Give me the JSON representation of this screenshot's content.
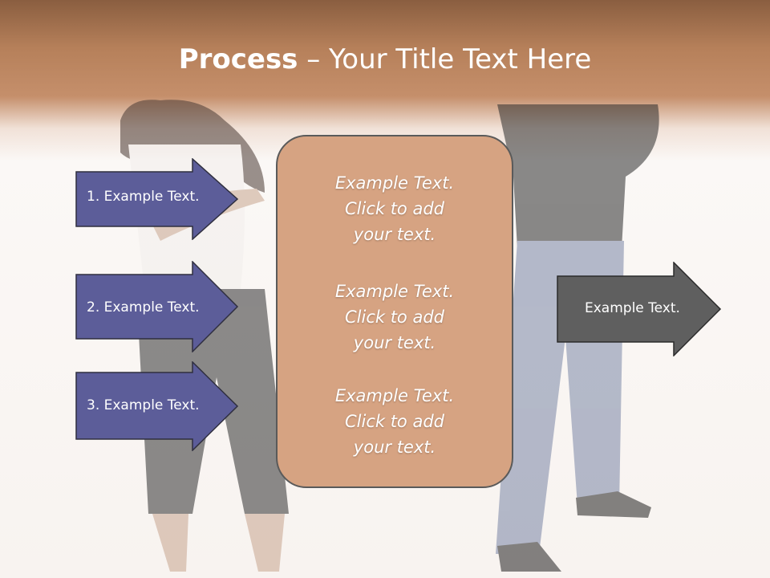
{
  "title": {
    "bold": "Process",
    "rest": " – Your Title Text Here"
  },
  "left_steps": [
    {
      "label": "1. Example Text."
    },
    {
      "label": "2. Example Text."
    },
    {
      "label": "3. Example Text."
    }
  ],
  "center_items": [
    {
      "line1": "Example Text.",
      "line2": "Click  to add",
      "line3": "your text."
    },
    {
      "line1": "Example Text.",
      "line2": "Click  to add",
      "line3": "your text."
    },
    {
      "line1": "Example Text.",
      "line2": "Click  to add",
      "line3": "your text."
    }
  ],
  "right_arrow": {
    "label": "Example Text."
  },
  "colors": {
    "header": "#b97f58",
    "step_arrow": "#5c5d99",
    "center_box": "#d6a382",
    "right_arrow": "#5f5f5f"
  }
}
